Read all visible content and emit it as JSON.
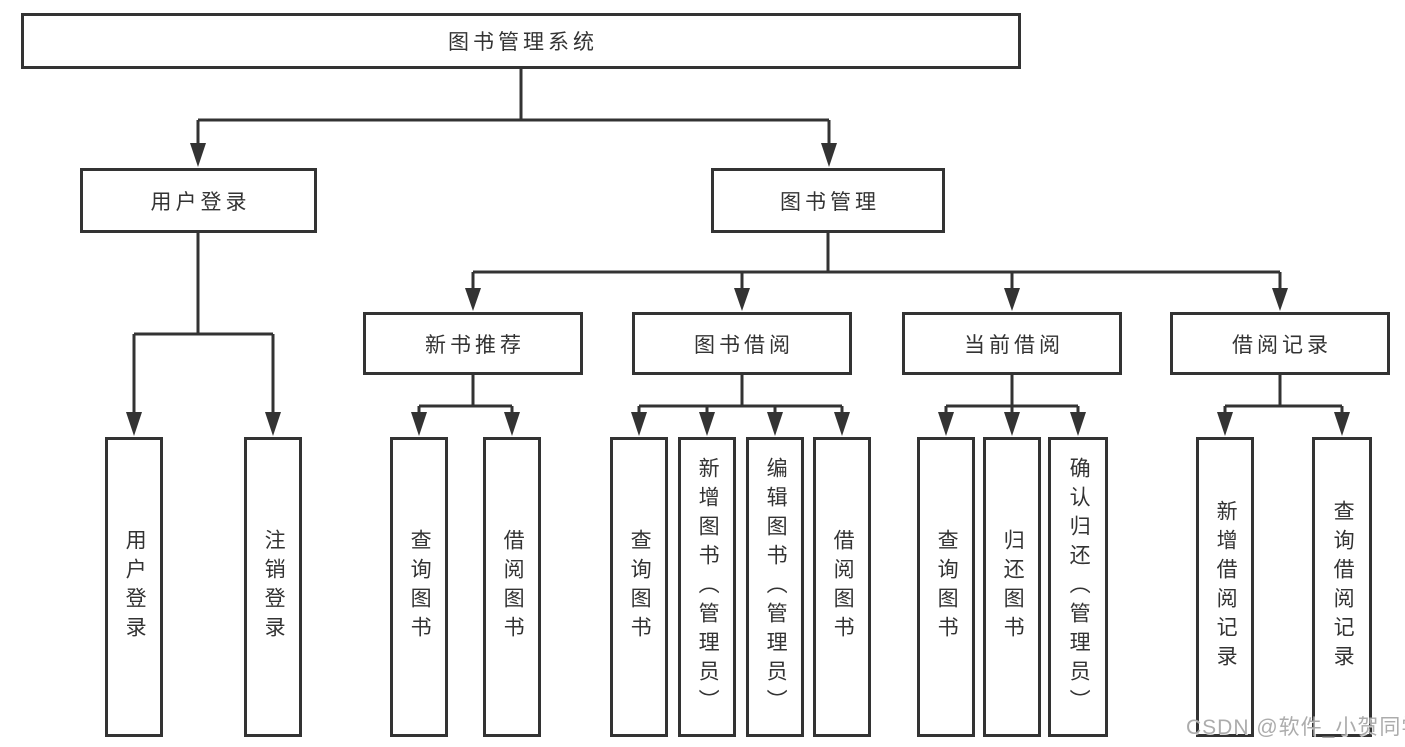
{
  "diagram_type": "function-structure-tree",
  "colors": {
    "line": "#333333",
    "box_border": "#333333",
    "box_fill": "#ffffff",
    "text": "#333333",
    "watermark": "#a8a8a8"
  },
  "watermark": {
    "text": "CSDN @软件_小贺同学"
  },
  "tree": {
    "label": "图书管理系统",
    "children": [
      {
        "label": "用户登录",
        "children": [
          {
            "label": "用户登录"
          },
          {
            "label": "注销登录"
          }
        ]
      },
      {
        "label": "图书管理",
        "children": [
          {
            "label": "新书推荐",
            "children": [
              {
                "label": "查询图书"
              },
              {
                "label": "借阅图书"
              }
            ]
          },
          {
            "label": "图书借阅",
            "children": [
              {
                "label": "查询图书"
              },
              {
                "label": "新增图书（管理员）"
              },
              {
                "label": "编辑图书（管理员）"
              },
              {
                "label": "借阅图书"
              }
            ]
          },
          {
            "label": "当前借阅",
            "children": [
              {
                "label": "查询图书"
              },
              {
                "label": "归还图书"
              },
              {
                "label": "确认归还（管理员）"
              }
            ]
          },
          {
            "label": "借阅记录",
            "children": [
              {
                "label": "新增借阅记录"
              },
              {
                "label": "查询借阅记录"
              }
            ]
          }
        ]
      }
    ]
  }
}
